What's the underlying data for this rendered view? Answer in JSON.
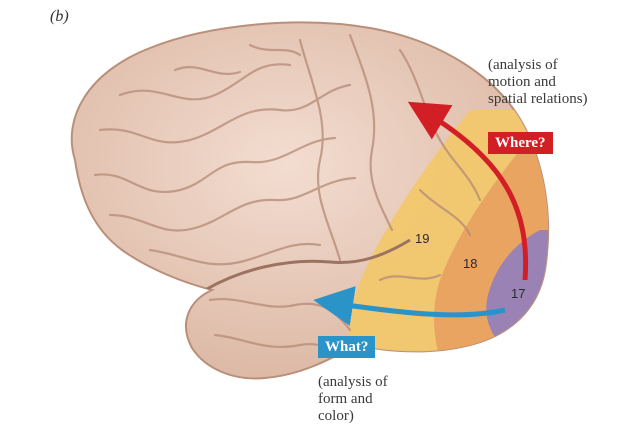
{
  "figure": {
    "panel_label": "(b)",
    "where": {
      "badge": "Where?",
      "note_lines": [
        "(analysis of",
        "motion and",
        "spatial relations)"
      ],
      "color": "#d21f26"
    },
    "what": {
      "badge": "What?",
      "note_lines": [
        "(analysis of",
        "form and",
        "color)"
      ],
      "color": "#2a93c8"
    },
    "areas": [
      {
        "label": "19",
        "color": "#f2c86a"
      },
      {
        "label": "18",
        "color": "#e9a261"
      },
      {
        "label": "17",
        "color": "#9b82b5"
      }
    ],
    "brain_color": "#e8cbb8"
  }
}
